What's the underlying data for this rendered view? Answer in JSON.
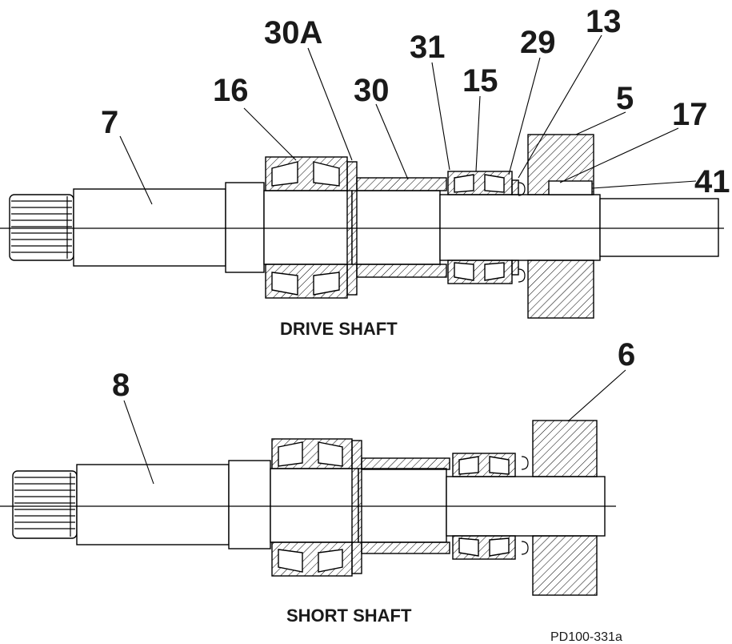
{
  "callouts": {
    "part_7": "7",
    "part_16": "16",
    "part_30a": "30A",
    "part_30": "30",
    "part_31": "31",
    "part_15": "15",
    "part_29": "29",
    "part_13": "13",
    "part_5": "5",
    "part_17": "17",
    "part_41": "41",
    "part_8": "8",
    "part_6": "6"
  },
  "captions": {
    "drive_shaft": "DRIVE SHAFT",
    "short_shaft": "SHORT SHAFT"
  },
  "document_id": "PD100-331a"
}
